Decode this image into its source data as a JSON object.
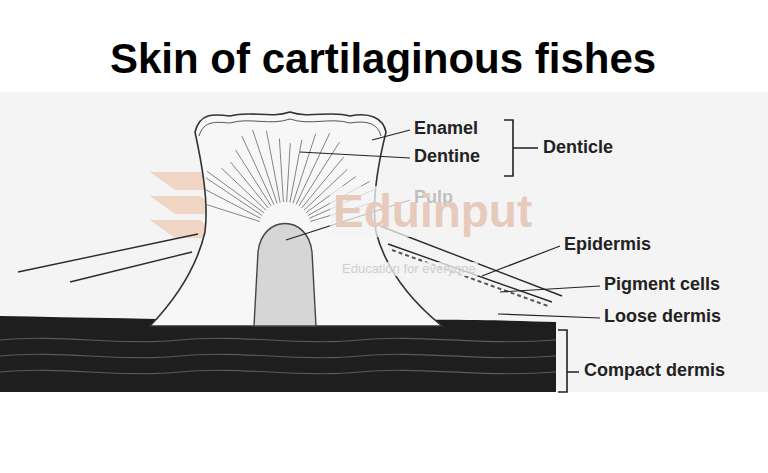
{
  "diagram": {
    "title": "Skin of cartilaginous fishes",
    "labels": [
      "Enamel",
      "Dentine",
      "Denticle",
      "Pulp",
      "Epidermis",
      "Pigment cells",
      "Loose dermis",
      "Compact dermis",
      "Eduinput",
      "Education for everyone"
    ]
  }
}
